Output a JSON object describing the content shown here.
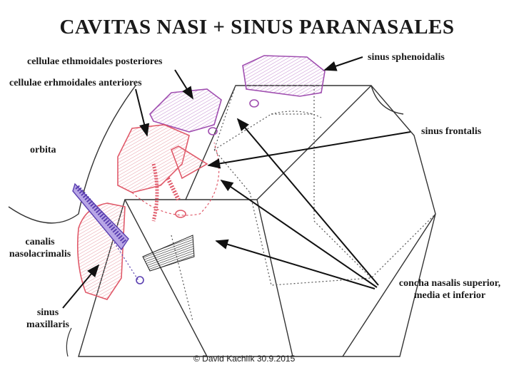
{
  "title": "CAVITAS NASI + SINUS PARANASALES",
  "labels": {
    "ethmoid_posterior": "cellulae ethmoidales posteriores",
    "ethmoid_anterior": "cellulae erhmoidales anteriores",
    "sphenoid": "sinus sphenoidalis",
    "orbita": "orbita",
    "frontal": "sinus frontalis",
    "canalis_line1": "canalis",
    "canalis_line2": "nasolacrimalis",
    "concha_line1": "concha nasalis superior,",
    "concha_line2": "media et inferior",
    "maxillary_line1": "sinus",
    "maxillary_line2": "maxillaris"
  },
  "copyright": "© David Kachlík 30.9.2015",
  "colors": {
    "pink": "#e05a6a",
    "purple": "#a04fb0",
    "blue_purple": "#5a3fb0",
    "dark": "#333333"
  }
}
